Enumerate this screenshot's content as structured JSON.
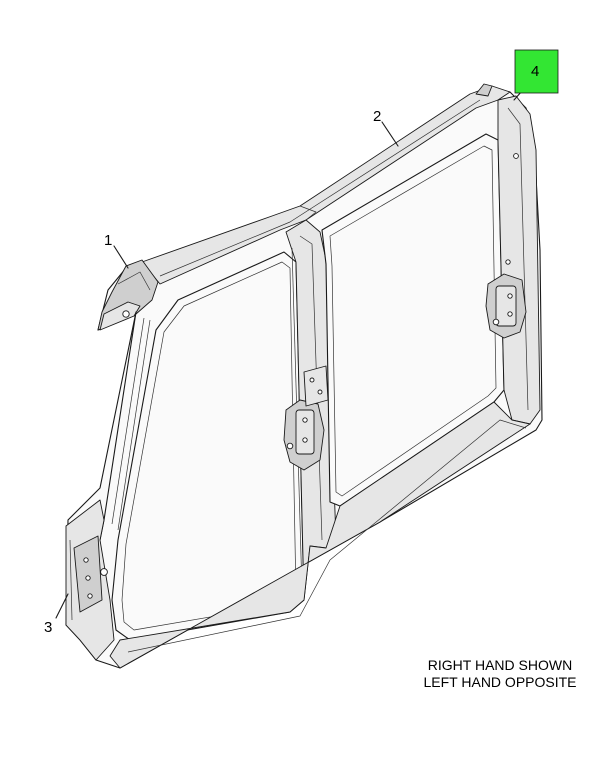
{
  "callouts": {
    "c1": "1",
    "c2": "2",
    "c3": "3",
    "c4": "4"
  },
  "highlight_color": "#33e633",
  "note": {
    "line1": "RIGHT HAND SHOWN",
    "line2": "LEFT HAND OPPOSITE"
  }
}
